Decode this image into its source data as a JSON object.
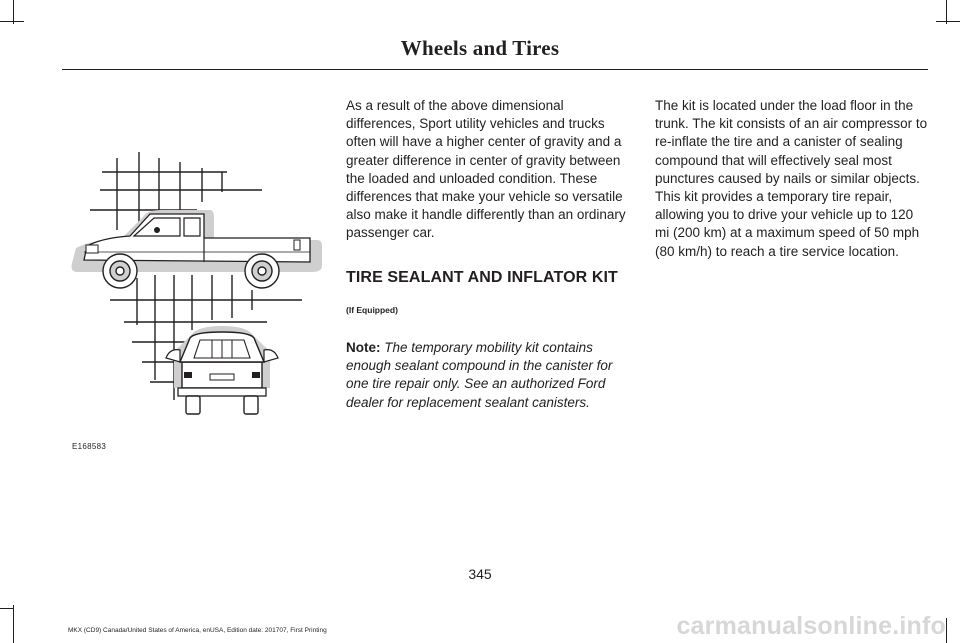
{
  "header": {
    "title": "Wheels and Tires"
  },
  "figure": {
    "code": "E168583"
  },
  "column1": {
    "intro": "As a result of the above dimensional differences, Sport utility vehicles and trucks often will have a higher center of gravity and a greater difference in center of gravity between the loaded and unloaded condition. These differences that make your vehicle so versatile also make it handle differently than an ordinary passenger car.",
    "section_heading": "TIRE SEALANT AND INFLATOR KIT",
    "equipped": "(If Equipped)",
    "note_label": "Note:",
    "note_text": "The temporary mobility kit contains enough sealant compound in the canister for one tire repair only. See an authorized Ford dealer for replacement sealant canisters."
  },
  "column2": {
    "body": "The kit is located under the load floor in the trunk. The kit consists of an air compressor to re-inflate the tire and a canister of sealing compound that will effectively seal most punctures caused by nails or similar objects. This kit provides a temporary tire repair, allowing you to drive your vehicle up to 120 mi (200 km) at a maximum speed of 50 mph (80 km/h) to reach a tire service location."
  },
  "footer": {
    "page_number": "345",
    "edition": "MKX (CD9) Canada/United States of America, enUSA, Edition date: 201707, First Printing",
    "watermark": "carmanualsonline.info"
  }
}
